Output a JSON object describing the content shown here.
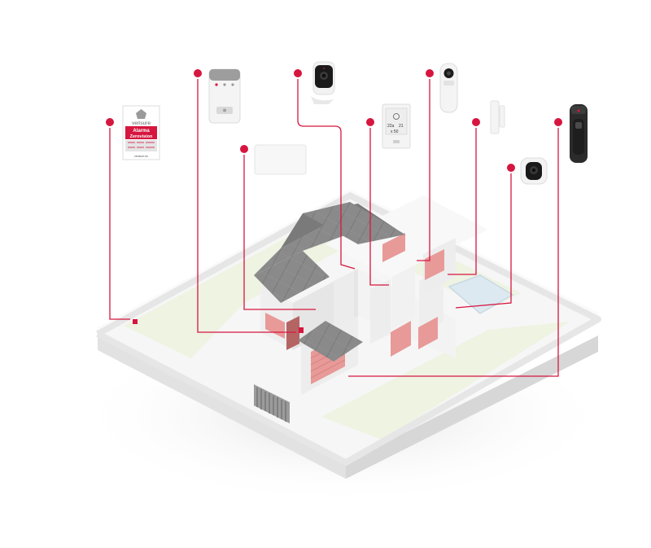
{
  "colors": {
    "accent": "#d6163f",
    "roof": "#858585",
    "wall": "#f0f0f0",
    "door": "#e79a98",
    "lawn": "#eef3e2",
    "pool": "#dde9f1"
  },
  "sign": {
    "brand": "verisure",
    "title_line1": "Alarma",
    "title_line2": "Zerovision",
    "footer": "verisure.es"
  },
  "thermostat": {
    "temp_left": "22a",
    "temp_right": "21",
    "reading": "x 50"
  },
  "devices": [
    {
      "id": "warning-sign",
      "icon": "sign-icon"
    },
    {
      "id": "control-panel",
      "icon": "keypad-icon"
    },
    {
      "id": "fog-generator",
      "icon": "fog-generator-icon"
    },
    {
      "id": "indoor-camera",
      "icon": "indoor-camera-icon"
    },
    {
      "id": "climate-sensor",
      "icon": "thermostat-icon"
    },
    {
      "id": "photo-detector",
      "icon": "motion-camera-icon"
    },
    {
      "id": "door-sensor",
      "icon": "door-sensor-icon"
    },
    {
      "id": "outdoor-camera",
      "icon": "outdoor-camera-icon"
    },
    {
      "id": "smart-lock",
      "icon": "smart-lock-icon"
    }
  ]
}
